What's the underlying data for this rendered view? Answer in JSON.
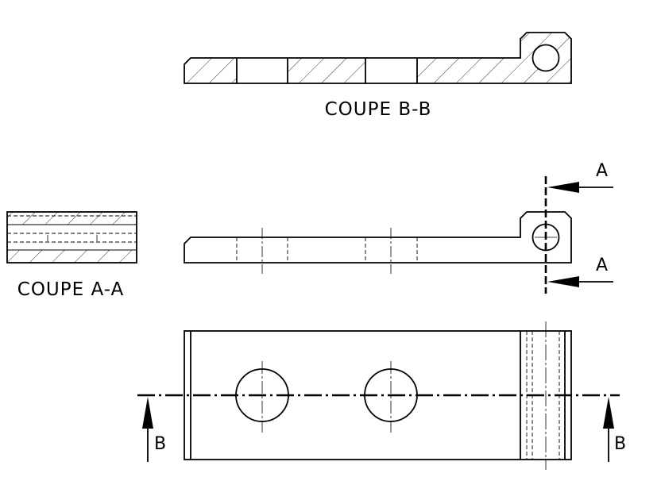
{
  "section_bb": {
    "title": "COUPE B-B"
  },
  "section_aa": {
    "title": "COUPE A-A"
  },
  "markers": {
    "a_top": "A",
    "a_bottom": "A",
    "b_left": "B",
    "b_right": "B"
  }
}
